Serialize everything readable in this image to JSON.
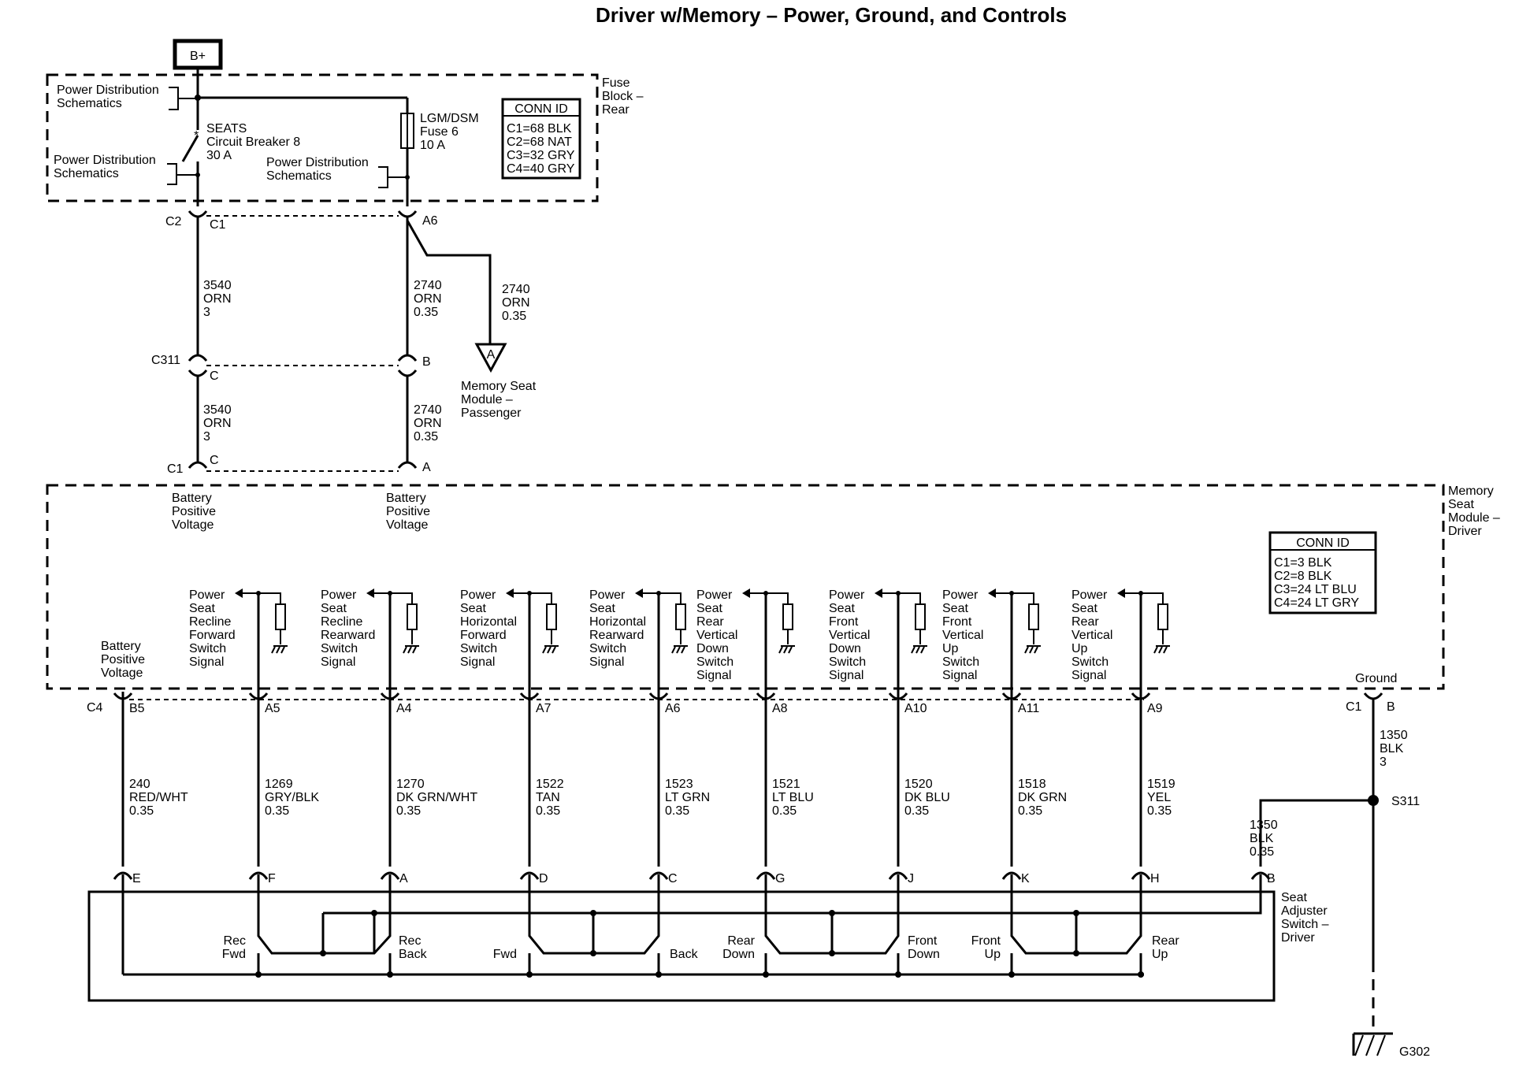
{
  "title": "Driver w/Memory – Power, Ground, and Controls",
  "bplus": "B+",
  "fuse_block": {
    "name": [
      "Fuse",
      "Block –",
      "Rear"
    ],
    "pds1": [
      "Power Distribution",
      "Schematics"
    ],
    "pds2": [
      "Power Distribution",
      "Schematics"
    ],
    "pds3": [
      "Power Distribution",
      "Schematics"
    ],
    "breaker": [
      "SEATS",
      "Circuit Breaker 8",
      "30 A"
    ],
    "fuse": [
      "LGM/DSM",
      "Fuse 6",
      "10 A"
    ],
    "conn_title": "CONN ID",
    "conn": [
      "C1=68 BLK",
      "C2=68 NAT",
      "C3=32 GRY",
      "C4=40 GRY"
    ]
  },
  "connectors": {
    "c2": "C2",
    "c1_top": "C1",
    "a6_top": "A6",
    "c311": "C311",
    "c311_c": "C",
    "c311_b": "B",
    "c1_mod": "C1",
    "mod_c": "C",
    "mod_a": "A",
    "c4": "C4",
    "c1_gnd": "C1",
    "gnd_b": "B"
  },
  "wires": {
    "w3540a": [
      "3540",
      "ORN",
      "3"
    ],
    "w2740a": [
      "2740",
      "ORN",
      "0.35"
    ],
    "w2740b": [
      "2740",
      "ORN",
      "0.35"
    ],
    "w3540b": [
      "3540",
      "ORN",
      "3"
    ],
    "w2740c": [
      "2740",
      "ORN",
      "0.35"
    ],
    "w1350a": [
      "1350",
      "BLK",
      "3"
    ],
    "w1350b": [
      "1350",
      "BLK",
      "0.35"
    ]
  },
  "passenger": {
    "letter": "A",
    "label": [
      "Memory Seat",
      "Module –",
      "Passenger"
    ]
  },
  "module": {
    "name": [
      "Memory",
      "Seat",
      "Module –",
      "Driver"
    ],
    "bpv1": [
      "Battery",
      "Positive",
      "Voltage"
    ],
    "bpv2": [
      "Battery",
      "Positive",
      "Voltage"
    ],
    "bpv3": [
      "Battery",
      "Positive",
      "Voltage"
    ],
    "ground": "Ground",
    "conn_title": "CONN ID",
    "conn": [
      "C1=3 BLK",
      "C2=8 BLK",
      "C3=24 LT BLU",
      "C4=24 LT GRY"
    ]
  },
  "signals": [
    {
      "label": [
        "Power",
        "Seat",
        "Recline",
        "Forward",
        "Switch",
        "Signal"
      ]
    },
    {
      "label": [
        "Power",
        "Seat",
        "Recline",
        "Rearward",
        "Switch",
        "Signal"
      ]
    },
    {
      "label": [
        "Power",
        "Seat",
        "Horizontal",
        "Forward",
        "Switch",
        "Signal"
      ]
    },
    {
      "label": [
        "Power",
        "Seat",
        "Horizontal",
        "Rearward",
        "Switch",
        "Signal"
      ]
    },
    {
      "label": [
        "Power",
        "Seat",
        "Rear",
        "Vertical",
        "Down",
        "Switch",
        "Signal"
      ]
    },
    {
      "label": [
        "Power",
        "Seat",
        "Front",
        "Vertical",
        "Down",
        "Switch",
        "Signal"
      ]
    },
    {
      "label": [
        "Power",
        "Seat",
        "Front",
        "Vertical",
        "Up",
        "Switch",
        "Signal"
      ]
    },
    {
      "label": [
        "Power",
        "Seat",
        "Rear",
        "Vertical",
        "Up",
        "Switch",
        "Signal"
      ]
    }
  ],
  "circuits": [
    {
      "pin": "B5",
      "wire": [
        "240",
        "RED/WHT",
        "0.35"
      ],
      "sw_pin": "E"
    },
    {
      "pin": "A5",
      "wire": [
        "1269",
        "GRY/BLK",
        "0.35"
      ],
      "sw_pin": "F"
    },
    {
      "pin": "A4",
      "wire": [
        "1270",
        "DK GRN/WHT",
        "0.35"
      ],
      "sw_pin": "A"
    },
    {
      "pin": "A7",
      "wire": [
        "1522",
        "TAN",
        "0.35"
      ],
      "sw_pin": "D"
    },
    {
      "pin": "A6",
      "wire": [
        "1523",
        "LT GRN",
        "0.35"
      ],
      "sw_pin": "C"
    },
    {
      "pin": "A8",
      "wire": [
        "1521",
        "LT BLU",
        "0.35"
      ],
      "sw_pin": "G"
    },
    {
      "pin": "A10",
      "wire": [
        "1520",
        "DK BLU",
        "0.35"
      ],
      "sw_pin": "J"
    },
    {
      "pin": "A11",
      "wire": [
        "1518",
        "DK GRN",
        "0.35"
      ],
      "sw_pin": "K"
    },
    {
      "pin": "A9",
      "wire": [
        "1519",
        "YEL",
        "0.35"
      ],
      "sw_pin": "H"
    }
  ],
  "splice": "S311",
  "sw_pin_b": "B",
  "seat_switch": {
    "name": [
      "Seat",
      "Adjuster",
      "Switch –",
      "Driver"
    ],
    "rec_fwd": [
      "Rec",
      "Fwd"
    ],
    "rec_back": [
      "Rec",
      "Back"
    ],
    "fwd": "Fwd",
    "back": "Back",
    "rear_down": [
      "Rear",
      "Down"
    ],
    "front_down": [
      "Front",
      "Down"
    ],
    "front_up": [
      "Front",
      "Up"
    ],
    "rear_up": [
      "Rear",
      "Up"
    ]
  },
  "ground_id": "G302"
}
